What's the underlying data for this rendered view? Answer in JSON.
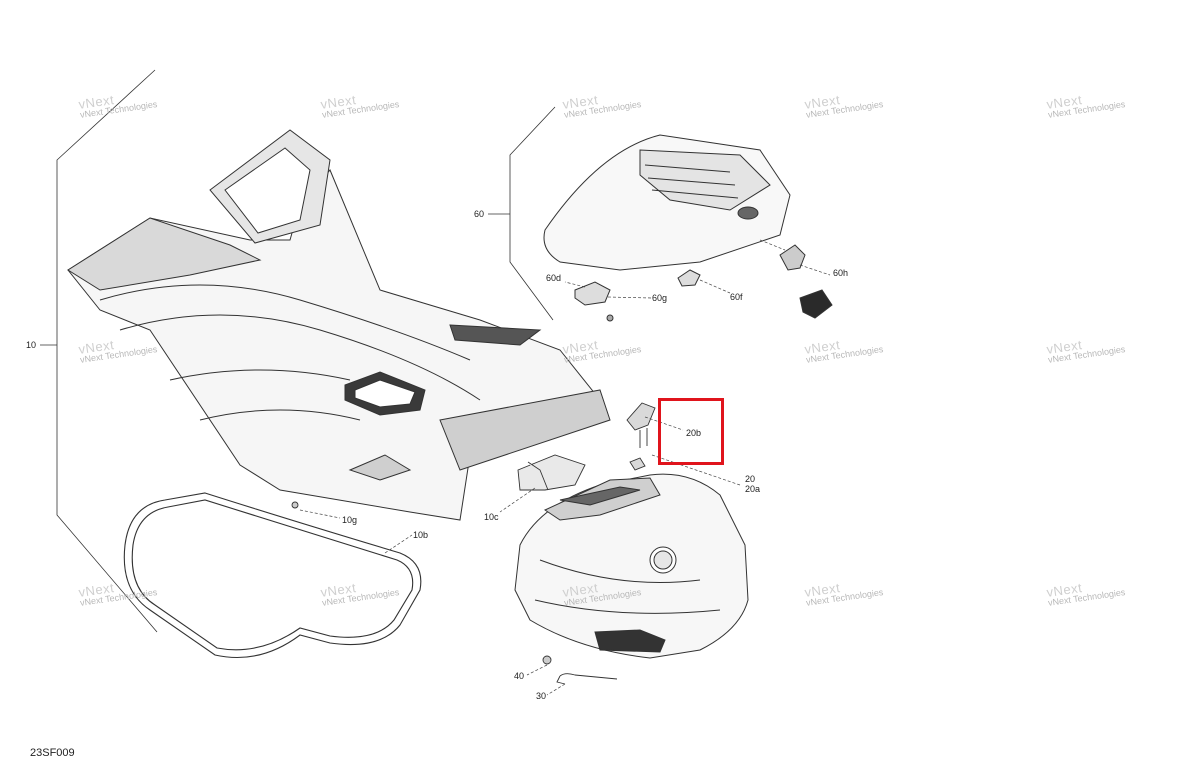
{
  "diagram": {
    "id": "23SF009",
    "highlight_color": "#e0141c",
    "watermark_text": "vNext Technologies",
    "watermark_big": "vNext",
    "callouts": [
      {
        "key": "c10",
        "text": "10"
      },
      {
        "key": "c10b",
        "text": "10b"
      },
      {
        "key": "c10c",
        "text": "10c"
      },
      {
        "key": "c10g",
        "text": "10g"
      },
      {
        "key": "c20",
        "text": "20"
      },
      {
        "key": "c20a",
        "text": "20a"
      },
      {
        "key": "c20b",
        "text": "20b"
      },
      {
        "key": "c30",
        "text": "30"
      },
      {
        "key": "c40",
        "text": "40"
      },
      {
        "key": "c60",
        "text": "60"
      },
      {
        "key": "c60d",
        "text": "60d"
      },
      {
        "key": "c60f",
        "text": "60f"
      },
      {
        "key": "c60g",
        "text": "60g"
      },
      {
        "key": "c60h",
        "text": "60h"
      }
    ],
    "highlighted_part": "20b"
  }
}
